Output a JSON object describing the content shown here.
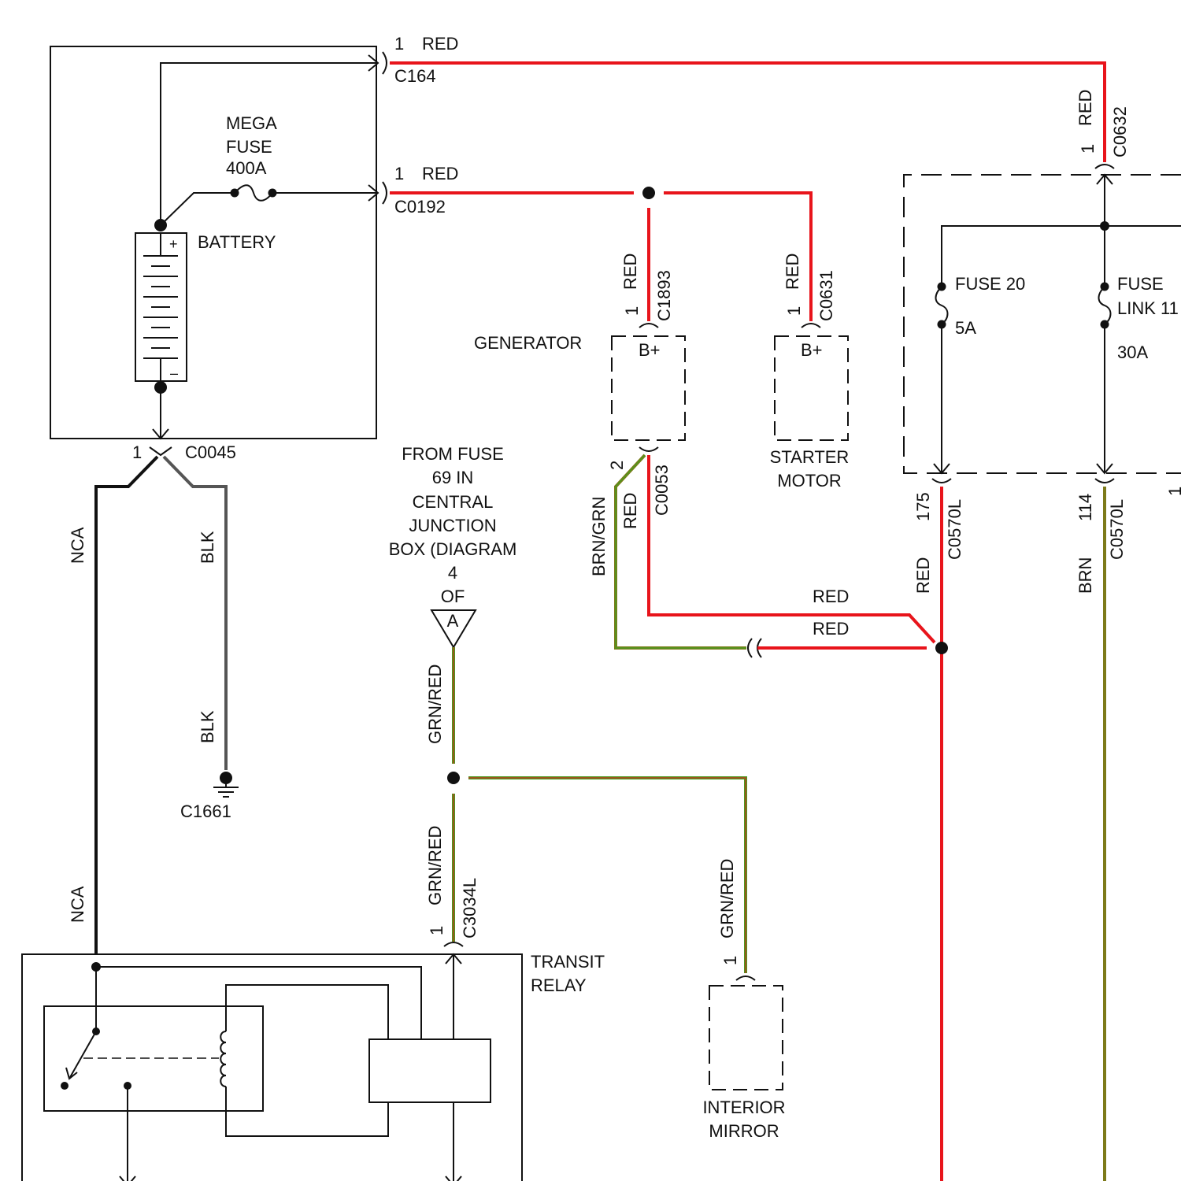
{
  "colors": {
    "red": "#e8141b",
    "black": "#111111",
    "grey": "#555555",
    "green": "#4a9a1e",
    "olive": "#7d7a1a"
  },
  "icons": {
    "fuse": "fuse-icon",
    "battery": "battery-icon",
    "ground": "ground-icon",
    "relay_coil": "relay-coil-icon",
    "relay_switch": "relay-switch-icon",
    "connector": "connector-icon",
    "splice": "splice-icon",
    "offpage": "offpage-triangle-icon"
  },
  "battery": {
    "label": "BATTERY",
    "plus": "+",
    "minus": "–"
  },
  "mega_fuse": {
    "line1": "MEGA",
    "line2": "FUSE",
    "line3": "400A"
  },
  "c164": {
    "pin": "1",
    "color": "RED",
    "name": "C164"
  },
  "c0192": {
    "pin": "1",
    "color": "RED",
    "name": "C0192"
  },
  "c0632": {
    "pin": "1",
    "color": "RED",
    "name": "C0632"
  },
  "c1893": {
    "pin": "1",
    "color": "RED",
    "name": "C1893"
  },
  "c0631": {
    "pin": "1",
    "color": "RED",
    "name": "C0631"
  },
  "generator": {
    "label": "GENERATOR",
    "terminal": "B+"
  },
  "starter": {
    "line1": "STARTER",
    "line2": "MOTOR",
    "terminal": "B+"
  },
  "c0053": {
    "pin": "2",
    "wire1": "BRN/GRN",
    "wire2": "RED",
    "name": "C0053"
  },
  "c0045": {
    "pin": "1",
    "name": "C0045"
  },
  "wires": {
    "nca_upper": "NCA",
    "nca_lower": "NCA",
    "blk_upper": "BLK",
    "blk_lower": "BLK",
    "red_mid1": "RED",
    "red_mid2": "RED",
    "red_175": "RED",
    "brn_114": "BRN",
    "grn_red_upper": "GRN/RED",
    "grn_red_lower": "GRN/RED",
    "grn_red_mirror": "GRN/RED"
  },
  "c1661": {
    "name": "C1661"
  },
  "from_fuse": {
    "line1": "FROM FUSE",
    "line2": "69 IN",
    "line3": "CENTRAL",
    "line4": "JUNCTION",
    "line5": "BOX (DIAGRAM",
    "line6": "4",
    "line7": "OF",
    "offpage": "A"
  },
  "fuse20": {
    "label": "FUSE 20",
    "rating": "5A"
  },
  "fuselink": {
    "line1": "FUSE",
    "line2": "LINK 11",
    "rating": "30A"
  },
  "c0570l_175": {
    "pin": "175",
    "name": "C0570L"
  },
  "c0570l_114": {
    "pin": "114",
    "name": "C0570L"
  },
  "c0570l_edge": {
    "pin": "1"
  },
  "c3034l": {
    "pin": "1",
    "name": "C3034L"
  },
  "transit_relay": {
    "line1": "TRANSIT",
    "line2": "RELAY"
  },
  "mirror": {
    "pin": "1",
    "line1": "INTERIOR",
    "line2": "MIRROR"
  }
}
